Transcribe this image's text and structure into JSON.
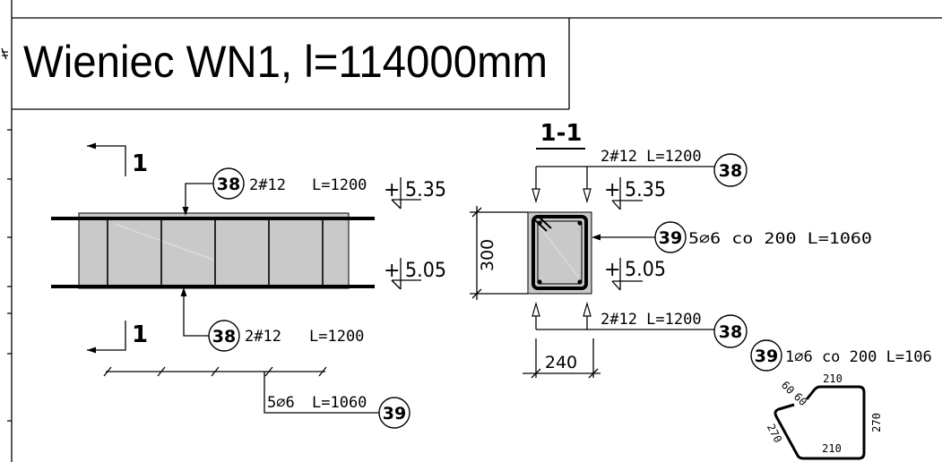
{
  "title": "Wieniec WN1, l=114000mm",
  "elevation": {
    "section_mark_top": "1",
    "section_mark_bottom": "1",
    "top_bars": {
      "bubble": "38",
      "spec": "2#12",
      "length": "L=1200"
    },
    "bottom_bars": {
      "bubble": "38",
      "spec": "2#12",
      "length": "L=1200"
    },
    "level_top": {
      "sign": "+",
      "value": "5.35"
    },
    "level_bottom": {
      "sign": "+",
      "value": "5.05"
    },
    "stirrups": {
      "spec": "5⌀6",
      "length": "L=1060",
      "bubble": "39"
    }
  },
  "section": {
    "label": "1-1",
    "top_bars": {
      "spec": "2#12 L=1200",
      "bubble": "38"
    },
    "bottom_bars": {
      "spec": "2#12 L=1200",
      "bubble": "38"
    },
    "level_top": {
      "sign": "+",
      "value": "5.35"
    },
    "level_bottom": {
      "sign": "+",
      "value": "5.05"
    },
    "stirrup": {
      "bubble": "39",
      "spec": "5⌀6 co 200 L=1060"
    },
    "height_dim": "300",
    "width_dim": "240"
  },
  "stirrup_detail": {
    "bubble": "39",
    "spec": "1⌀6 co 200 L=106",
    "hook_a": "60",
    "hook_b": "60",
    "top": "210",
    "bottom": "210",
    "left": "270",
    "right": "270"
  },
  "colors": {
    "line": "#000000",
    "concrete_fill": "#c9c9c9",
    "background": "#ffffff"
  }
}
